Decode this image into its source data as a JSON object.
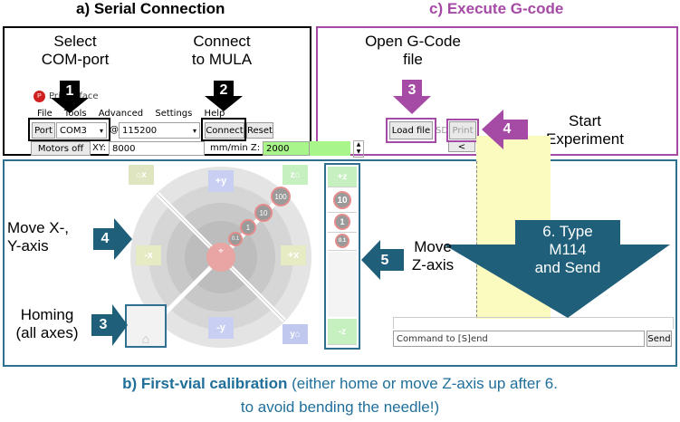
{
  "titles": {
    "serial": "a) Serial Connection",
    "execute": "c) Execute G-code",
    "calibration_bold": "b) First-vial calibration",
    "calibration_rest": " (either home or move Z-axis up after 6.",
    "calibration_line2": "to avoid bending the needle!)"
  },
  "callouts": {
    "select_com": "Select\nCOM-port",
    "connect_mula": "Connect\nto MULA",
    "open_gcode": "Open G-Code\nfile",
    "start_experiment": "Start\nExperiment",
    "move_xy": "Move X-,\nY-axis",
    "homing": "Homing\n(all axes)",
    "move_z": "Move\nZ-axis",
    "type_send": "6. Type\nM114\nand Send"
  },
  "step_numbers": [
    "1",
    "2",
    "3",
    "4",
    "3",
    "4",
    "5"
  ],
  "app": {
    "name": "Printerface",
    "menu": [
      "File",
      "Tools",
      "Advanced",
      "Settings",
      "Help"
    ],
    "port_label": "Port",
    "com_value": "COM3",
    "baud_value": "115200",
    "connect_label": "Connect",
    "reset_label": "Reset",
    "motors_off_label": "Motors off",
    "xy_label": "XY:",
    "xy_speed": "8000",
    "z_label": "mm/min Z:",
    "z_speed": "2000",
    "load_file_label": "Load file",
    "sd_label": "SD",
    "print_label": "Print",
    "prev_arrow": "<",
    "command_placeholder": "Command to [S]end",
    "send_label": "Send"
  },
  "jog": {
    "home_x": "x",
    "home_y": "y",
    "home_z": "z",
    "plus_y": "+y",
    "minus_y": "-y",
    "plus_x": "+x",
    "minus_x": "-x",
    "steps": [
      "100",
      "10",
      "1",
      "0.1"
    ],
    "z_plus": "+z",
    "z_minus": "-z",
    "z_steps": [
      "10",
      "1",
      "0.1"
    ]
  },
  "colors": {
    "serial_box": "#000000",
    "execute_box": "#a54aa5",
    "calibration_box": "#2f6f8f",
    "arrow_blue": "#1f5f7a",
    "arrow_purple": "#a54aa5",
    "highlight_yellow": "#fbfbc0",
    "highlight_green": "#a8f58a"
  }
}
